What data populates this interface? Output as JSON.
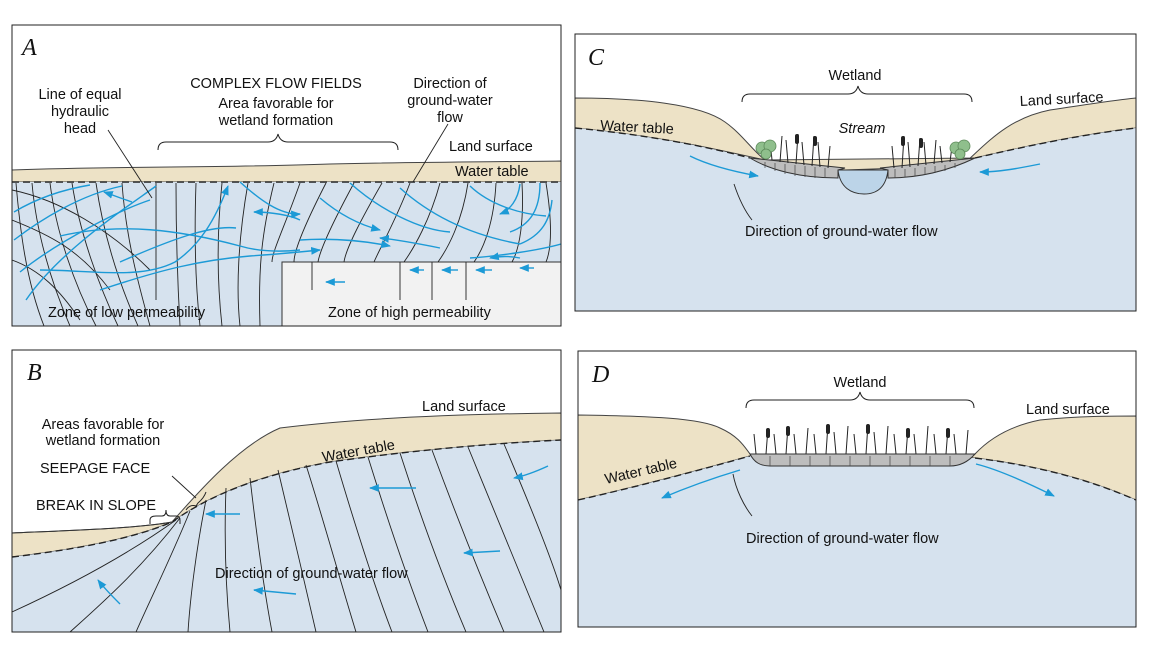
{
  "colors": {
    "land": "#ede2c6",
    "groundwater": "#d6e2ee",
    "flow_arrows": "#1c9ad6",
    "high_permeability_zone": "#f2f2f2",
    "wetland_fill": "#b9b9b9",
    "shrub": "#8fbf8c"
  },
  "panels": {
    "A": {
      "letter": "A",
      "title": "COMPLEX FLOW FIELDS",
      "area_favorable_l1": "Area favorable for",
      "area_favorable_l2": "wetland formation",
      "equal_head_l1": "Line of equal",
      "equal_head_l2": "hydraulic",
      "equal_head_l3": "head",
      "direction_l1": "Direction of",
      "direction_l2": "ground-water",
      "direction_l3": "flow",
      "land_surface": "Land surface",
      "water_table": "Water table",
      "low_perm": "Zone of low permeability",
      "high_perm": "Zone of high permeability"
    },
    "B": {
      "letter": "B",
      "land_surface": "Land surface",
      "water_table": "Water table",
      "areas_l1": "Areas favorable for",
      "areas_l2": "wetland formation",
      "seepage_face": "SEEPAGE FACE",
      "break_in_slope": "BREAK IN SLOPE",
      "flow": "Direction of ground-water flow"
    },
    "C": {
      "letter": "C",
      "wetland": "Wetland",
      "stream": "Stream",
      "land_surface": "Land surface",
      "water_table": "Water table",
      "flow": "Direction of ground-water flow"
    },
    "D": {
      "letter": "D",
      "wetland": "Wetland",
      "land_surface": "Land surface",
      "water_table": "Water table",
      "flow": "Direction of ground-water flow"
    }
  }
}
